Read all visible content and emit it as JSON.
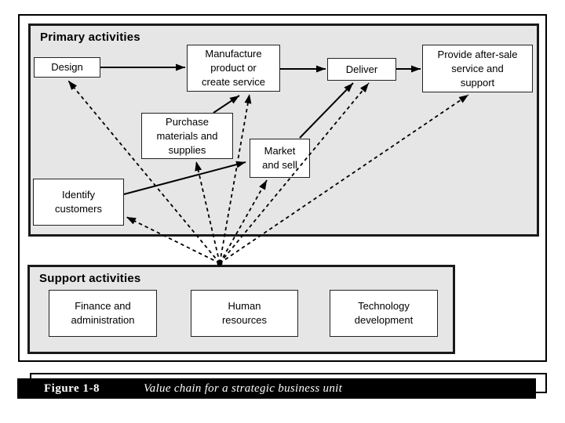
{
  "panels": {
    "primary": {
      "title": "Primary activities"
    },
    "support": {
      "title": "Support activities"
    }
  },
  "nodes": {
    "design": {
      "lines": [
        "Design"
      ]
    },
    "manufacture": {
      "lines": [
        "Manufacture",
        "product or",
        "create service"
      ]
    },
    "deliver": {
      "lines": [
        "Deliver"
      ]
    },
    "after_sale": {
      "lines": [
        "Provide after-sale",
        "service and",
        "support"
      ]
    },
    "purchase": {
      "lines": [
        "Purchase",
        "materials and",
        "supplies"
      ]
    },
    "market": {
      "lines": [
        "Market",
        "and sell"
      ]
    },
    "identify": {
      "lines": [
        "Identify",
        "customers"
      ]
    },
    "finance": {
      "lines": [
        "Finance and",
        "administration"
      ]
    },
    "hr": {
      "lines": [
        "Human",
        "resources"
      ]
    },
    "tech": {
      "lines": [
        "Technology",
        "development"
      ]
    }
  },
  "edges": {
    "solid": [
      {
        "from": "design",
        "to": "manufacture"
      },
      {
        "from": "manufacture",
        "to": "deliver"
      },
      {
        "from": "deliver",
        "to": "after_sale"
      },
      {
        "from": "purchase",
        "to": "manufacture"
      },
      {
        "from": "identify",
        "to": "market"
      },
      {
        "from": "market",
        "to": "deliver"
      }
    ],
    "dashed_from_support_hub": [
      "design",
      "identify",
      "purchase",
      "manufacture",
      "market",
      "deliver",
      "after_sale"
    ]
  },
  "caption": {
    "figure_label": "Figure 1-8",
    "figure_title": "Value chain for a strategic business unit"
  },
  "colors": {
    "panel_bg": "#e6e6e6",
    "box_bg": "#ffffff",
    "line": "#000000",
    "caption_bg": "#000000",
    "caption_fg": "#ffffff"
  }
}
